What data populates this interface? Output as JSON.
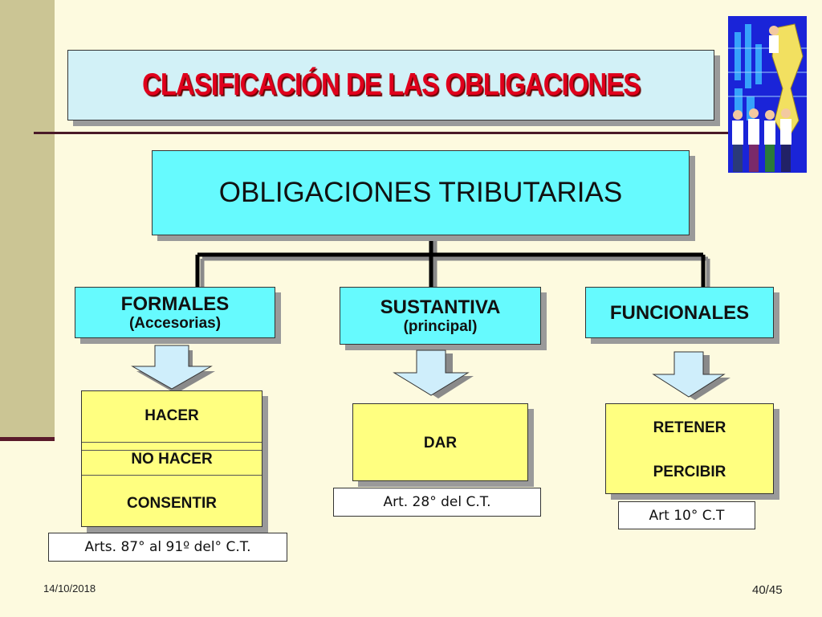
{
  "slide": {
    "title": "CLASIFICACIÓN DE LAS OBLIGACIONES",
    "date": "14/10/2018",
    "page": "40/45"
  },
  "diagram": {
    "root": "OBLIGACIONES TRIBUTARIAS",
    "categories": [
      {
        "title": "FORMALES",
        "subtitle": "(Accesorias)"
      },
      {
        "title": "SUSTANTIVA",
        "subtitle": "(principal)"
      },
      {
        "title": "FUNCIONALES"
      }
    ],
    "formales_items": [
      "HACER",
      "NO HACER",
      "CONSENTIR"
    ],
    "sustantiva_items": [
      "DAR"
    ],
    "funcionales_items": [
      "RETENER",
      "PERCIBIR"
    ],
    "references": [
      "Arts. 87° al 91º del° C.T.",
      "Art. 28° del C.T.",
      "Art 10° C.T"
    ]
  },
  "colors": {
    "title_red": "#e0001c",
    "cyan_box": "#66fafe",
    "yellow_box": "#ffff80",
    "background": "#fdfadf",
    "sidebar": "#cbc594"
  },
  "icons": [
    "business-people-clipart",
    "down-arrow-icon"
  ]
}
